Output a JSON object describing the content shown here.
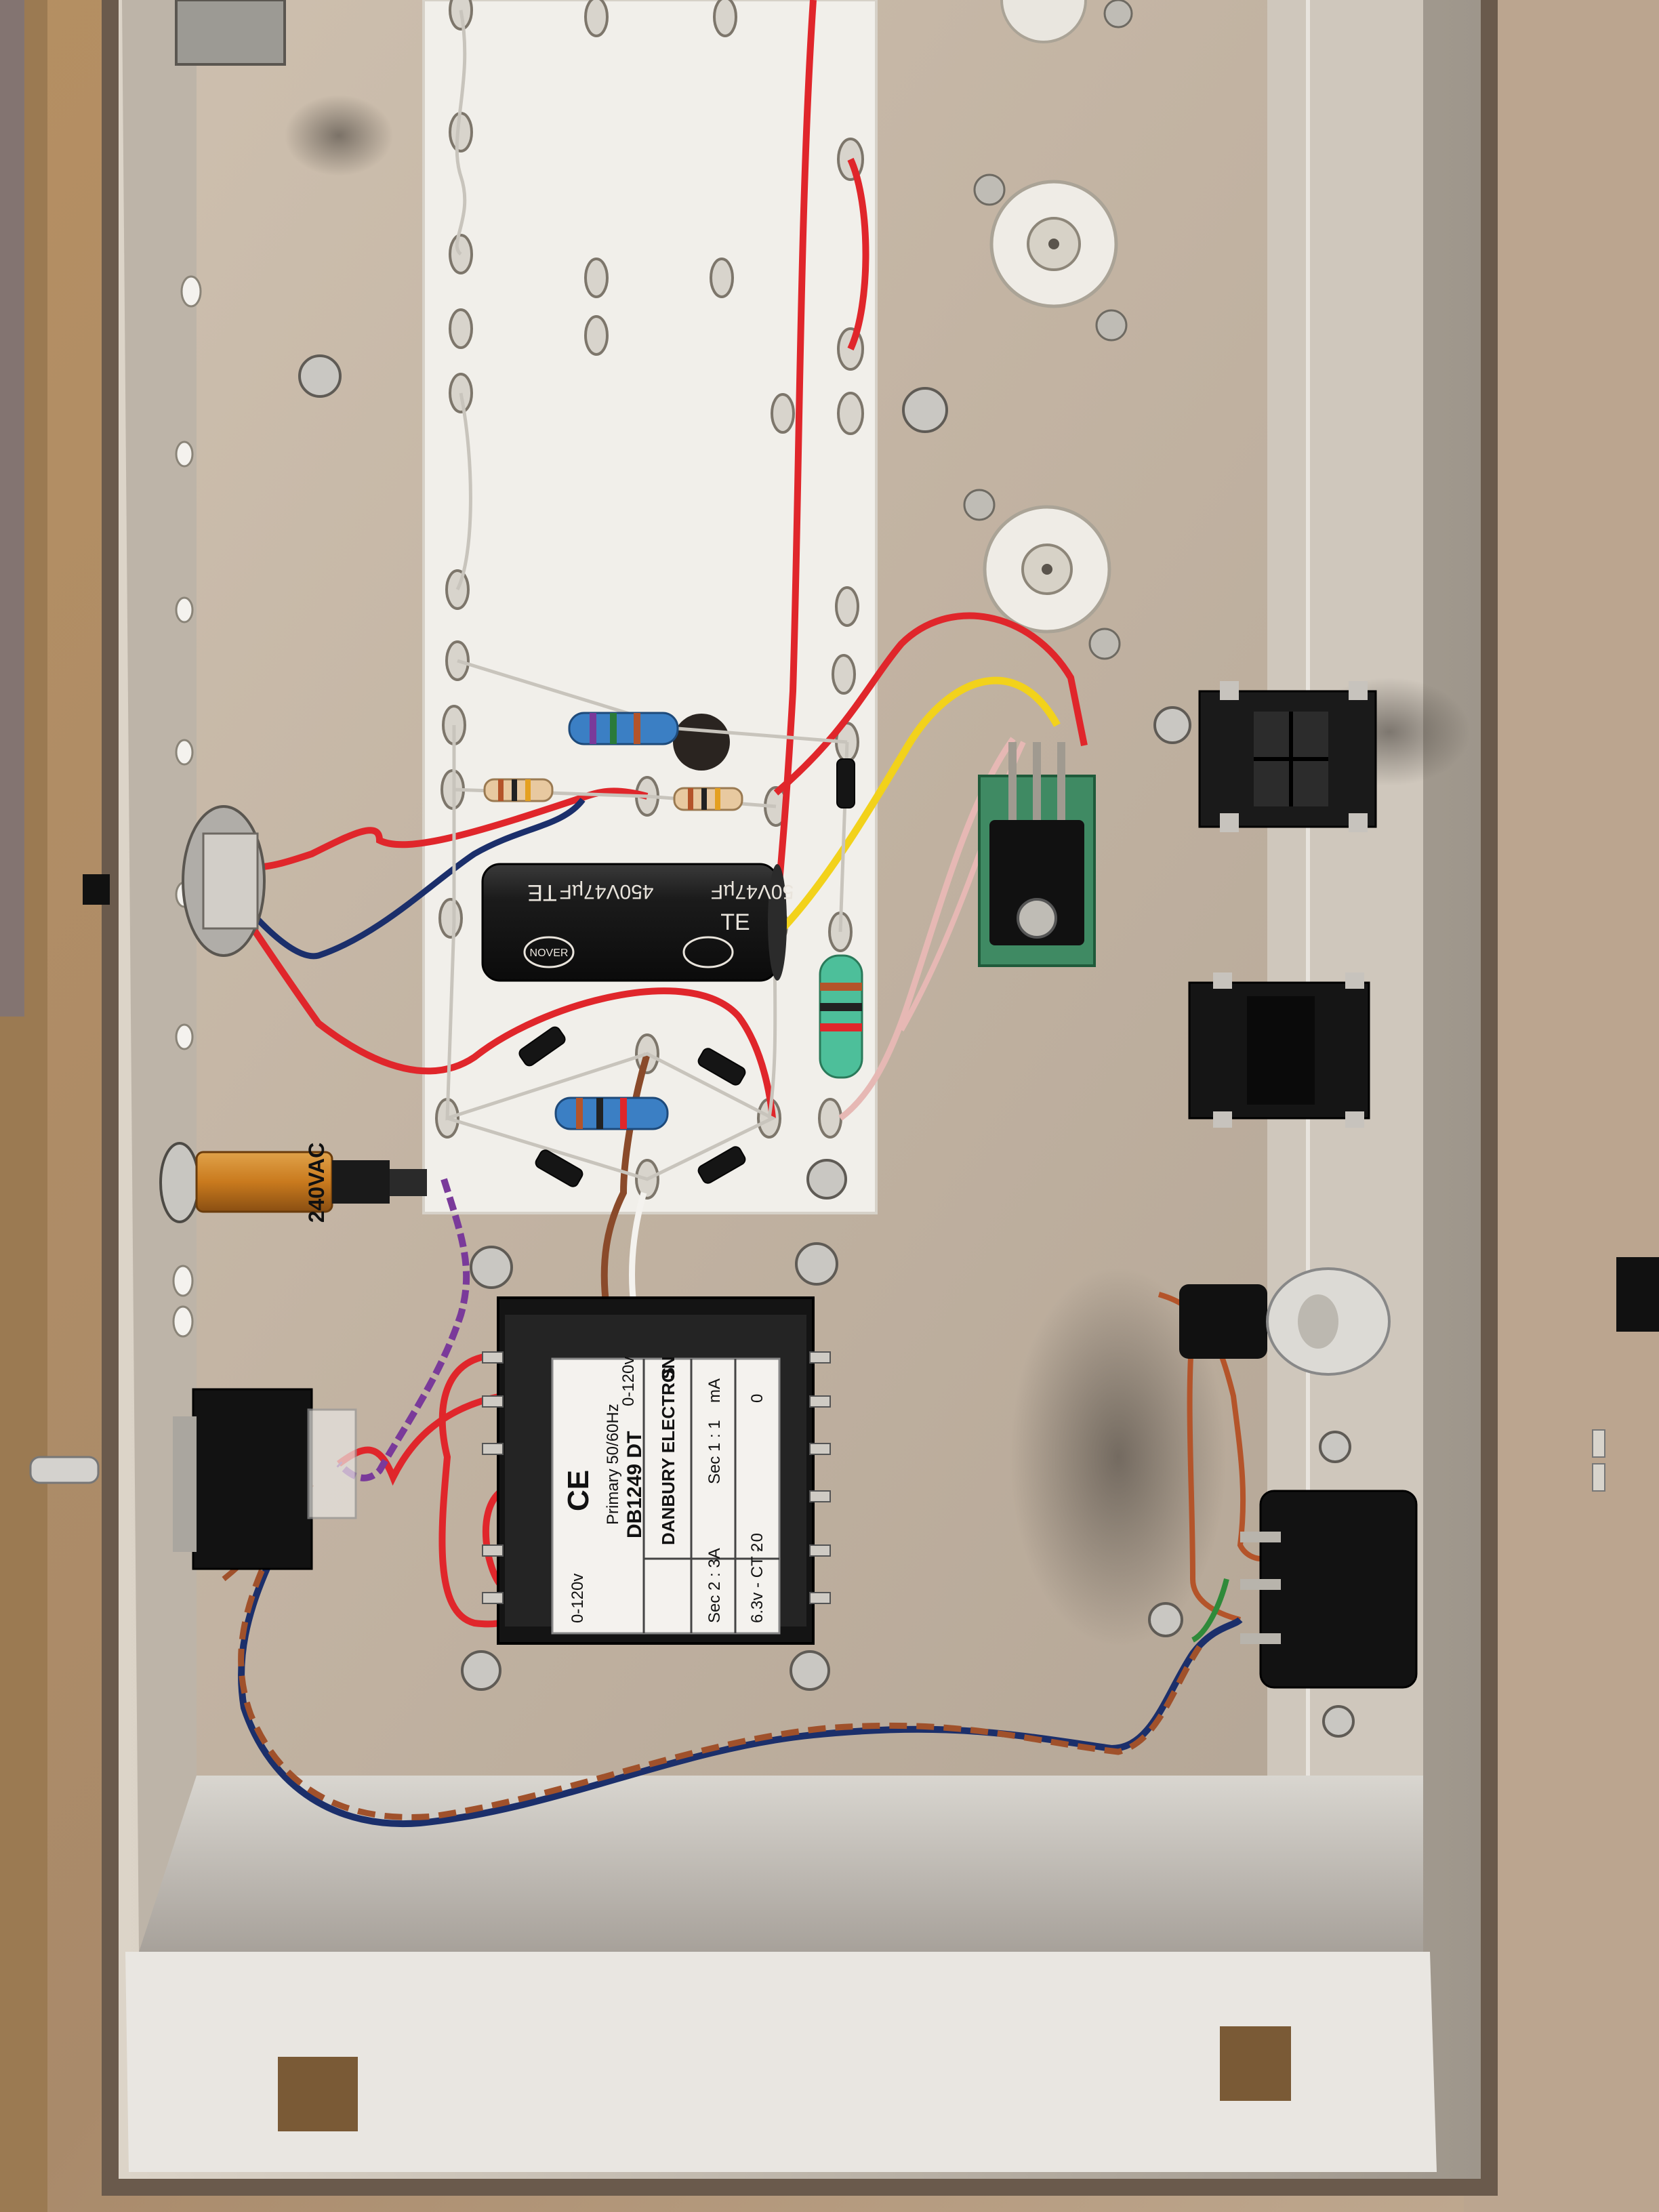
{
  "transformer": {
    "sec1": "Sec 1 : 1",
    "sec1_tail": "mA",
    "sec1_volts": "2",
    "sec1_end": "0",
    "brand": "DANBURY ELECTRON",
    "brand_tail": "S",
    "primary": "Primary 50/60Hz",
    "model": "DB1249 DT",
    "ce": "CE",
    "v_top": "0-120v",
    "v_bottom": "0-120v",
    "sec2": "Sec 2 : 3A",
    "heater": "6.3v - CT - 0"
  },
  "capacitor": {
    "brand": "TE",
    "brand_2": "TE",
    "rating": "450V47µF",
    "rating_2": "50V47µF",
    "logo": "NOVER"
  },
  "fuse": {
    "rating": "240VAC"
  },
  "colors": {
    "chassis": "#c3b5a5",
    "turret_board": "#f1efea",
    "wire_red": "#e0262b",
    "wire_yellow": "#f2d21b",
    "wire_blue": "#1b2f6b",
    "wire_brown": "#8a4a2a",
    "wire_pink": "#e6b8b4",
    "wire_purple": "#7a3a9a",
    "resistor_blue": "#3b7fc4",
    "resistor_green": "#4dbf9a",
    "transformer": "#141414",
    "jack": "#1a1a1a"
  }
}
